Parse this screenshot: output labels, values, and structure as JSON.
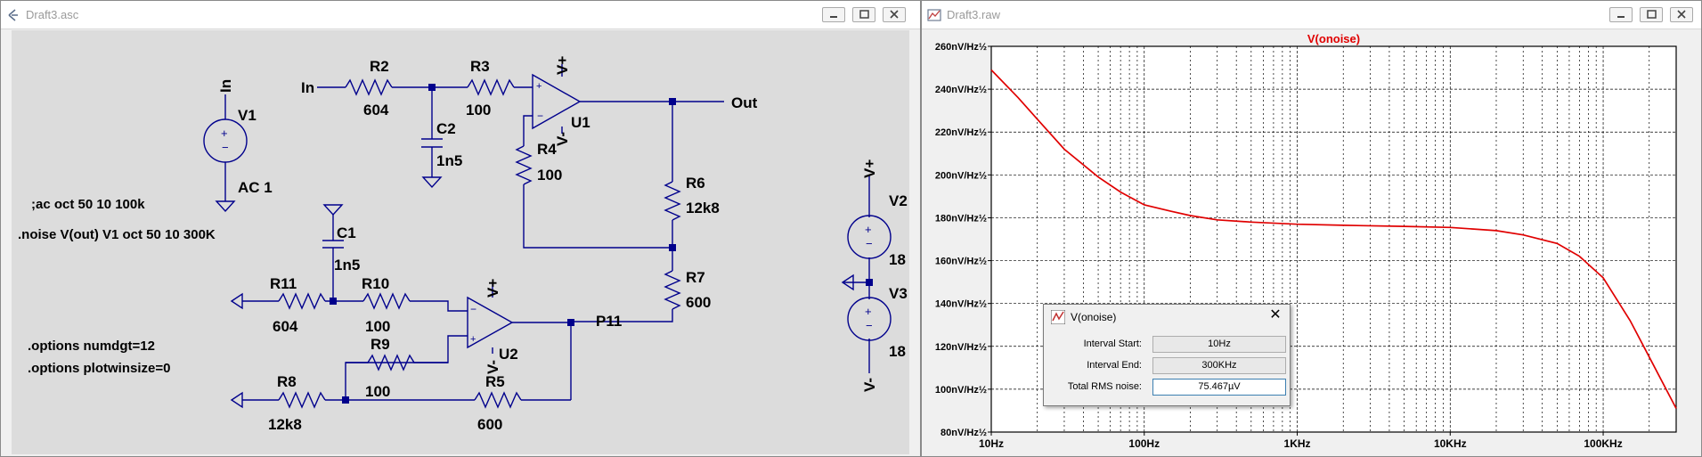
{
  "schematic_window": {
    "title": "Draft3.asc",
    "labels": {
      "in_port": "In",
      "out_port": "Out",
      "r2": "R2",
      "r2_val": "604",
      "r3": "R3",
      "r3_val": "100",
      "c2": "C2",
      "c2_val": "1n5",
      "r4": "R4",
      "r4_val": "100",
      "r6": "R6",
      "r6_val": "12k8",
      "r7": "R7",
      "r7_val": "600",
      "u1": "U1",
      "u2": "U2",
      "v1": "V1",
      "v1_src_net": "In",
      "v1_val": "AC 1",
      "v2": "V2",
      "v2_val": "18",
      "v3": "V3",
      "v3_val": "18",
      "vplus": "V+",
      "vminus": "V-",
      "c1": "C1",
      "c1_val": "1n5",
      "r11": "R11",
      "r11_val": "604",
      "r10": "R10",
      "r10_val": "100",
      "r9": "R9",
      "r9_val": "100",
      "r8": "R8",
      "r8_val": "12k8",
      "r5": "R5",
      "r5_val": "600",
      "p11": "P11"
    },
    "directives": [
      ";ac oct 50 10 100k",
      ".noise V(out) V1 oct 50 10 300K",
      ".options numdgt=12",
      ".options plotwinsize=0"
    ]
  },
  "plot_window": {
    "title": "Draft3.raw",
    "trace_name": "V(onoise)",
    "trace_color": "#e00000",
    "grid_color": "#000000",
    "chart_data": {
      "type": "line",
      "title": "V(onoise)",
      "x_scale": "log",
      "xlim": [
        10,
        300000
      ],
      "ylim": [
        80,
        260
      ],
      "x_ticks": [
        "10Hz",
        "100Hz",
        "1KHz",
        "10KHz",
        "100KHz"
      ],
      "y_ticks": [
        "260nV/Hz½",
        "240nV/Hz½",
        "220nV/Hz½",
        "200nV/Hz½",
        "180nV/Hz½",
        "160nV/Hz½",
        "140nV/Hz½",
        "120nV/Hz½",
        "100nV/Hz½",
        "80nV/Hz½"
      ],
      "series": [
        {
          "name": "V(onoise)",
          "x": [
            10,
            15,
            20,
            30,
            50,
            70,
            100,
            150,
            200,
            300,
            500,
            1000,
            2000,
            5000,
            10000,
            20000,
            30000,
            50000,
            70000,
            100000,
            150000,
            200000,
            300000
          ],
          "y": [
            249,
            236,
            226,
            212,
            199,
            192,
            186,
            183,
            181,
            179,
            178,
            177,
            176.5,
            176,
            175.5,
            174,
            172,
            168,
            162,
            152,
            132,
            115,
            91
          ]
        }
      ]
    }
  },
  "noise_dialog": {
    "title": "V(onoise)",
    "close_glyph": "✕",
    "rows": [
      {
        "label": "Interval Start:",
        "value": "10Hz"
      },
      {
        "label": "Interval End:",
        "value": "300KHz"
      },
      {
        "label": "Total RMS noise:",
        "value": "75.467µV"
      }
    ]
  }
}
